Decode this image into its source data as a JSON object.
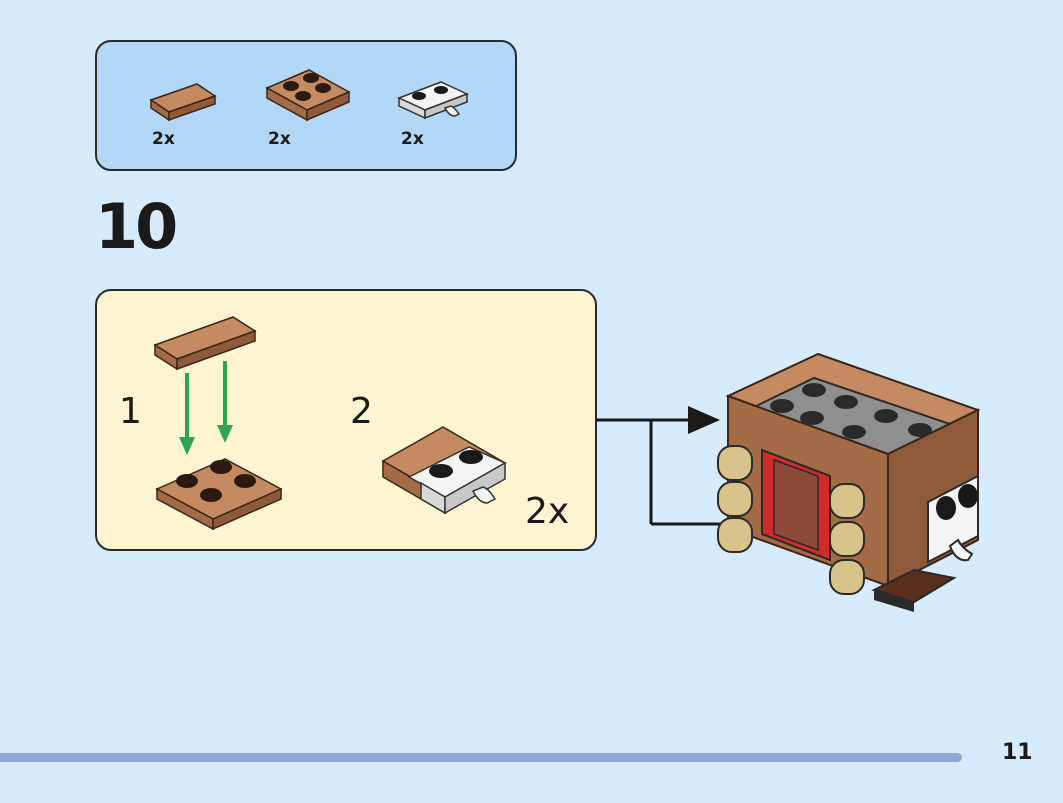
{
  "parts_list": {
    "items": [
      {
        "name": "tile-1x2-brown",
        "qty": "2x",
        "color": "#b87a55"
      },
      {
        "name": "plate-2x2-brown",
        "qty": "2x",
        "color": "#b87a55"
      },
      {
        "name": "plate-1x2-clip-white",
        "qty": "2x",
        "color": "#ffffff"
      }
    ]
  },
  "step": {
    "number": "10",
    "substeps": [
      {
        "label": "1"
      },
      {
        "label": "2",
        "qty": "2x"
      }
    ]
  },
  "page": {
    "number": "11"
  },
  "colors": {
    "background": "#d6ebfb",
    "parts_box": "#b3d7f6",
    "substep_box": "#fdf4d2",
    "brown": "#b87a55",
    "arrow_green": "#2ea44f",
    "footer_bar": "#8ea9d6"
  }
}
